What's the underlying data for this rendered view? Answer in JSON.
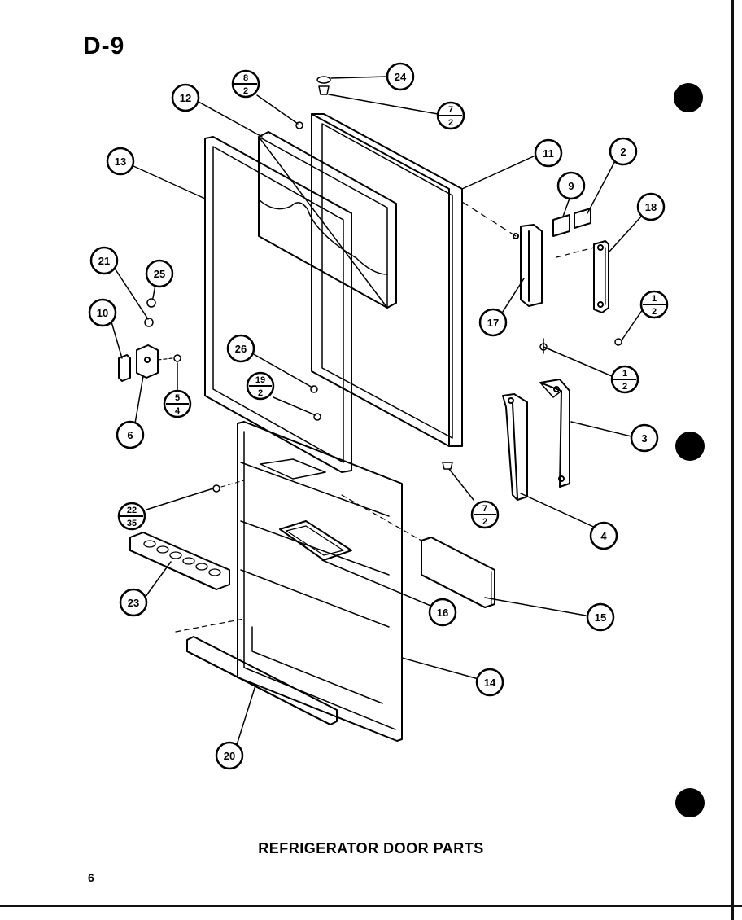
{
  "page_label": "D-9",
  "caption": "REFRIGERATOR DOOR PARTS",
  "page_number": "6",
  "callouts": [
    {
      "id": "c-24",
      "text": "24"
    },
    {
      "id": "c-8-2",
      "top": "8",
      "bottom": "2"
    },
    {
      "id": "c-7-2-top",
      "top": "7",
      "bottom": "2"
    },
    {
      "id": "c-12",
      "text": "12"
    },
    {
      "id": "c-13",
      "text": "13"
    },
    {
      "id": "c-11",
      "text": "11"
    },
    {
      "id": "c-2",
      "text": "2"
    },
    {
      "id": "c-9",
      "text": "9"
    },
    {
      "id": "c-18",
      "text": "18"
    },
    {
      "id": "c-21",
      "text": "21"
    },
    {
      "id": "c-25",
      "text": "25"
    },
    {
      "id": "c-10",
      "text": "10"
    },
    {
      "id": "c-17",
      "text": "17"
    },
    {
      "id": "c-1-2-a",
      "top": "1",
      "bottom": "2"
    },
    {
      "id": "c-1-2-b",
      "top": "1",
      "bottom": "2"
    },
    {
      "id": "c-26",
      "text": "26"
    },
    {
      "id": "c-5-4",
      "top": "5",
      "bottom": "4"
    },
    {
      "id": "c-6",
      "text": "6"
    },
    {
      "id": "c-19-2",
      "top": "19",
      "bottom": "2"
    },
    {
      "id": "c-3",
      "text": "3"
    },
    {
      "id": "c-7-2-mid",
      "top": "7",
      "bottom": "2"
    },
    {
      "id": "c-22-35",
      "top": "22",
      "bottom": "35"
    },
    {
      "id": "c-4",
      "text": "4"
    },
    {
      "id": "c-23",
      "text": "23"
    },
    {
      "id": "c-16",
      "text": "16"
    },
    {
      "id": "c-15",
      "text": "15"
    },
    {
      "id": "c-14",
      "text": "14"
    },
    {
      "id": "c-20",
      "text": "20"
    }
  ]
}
